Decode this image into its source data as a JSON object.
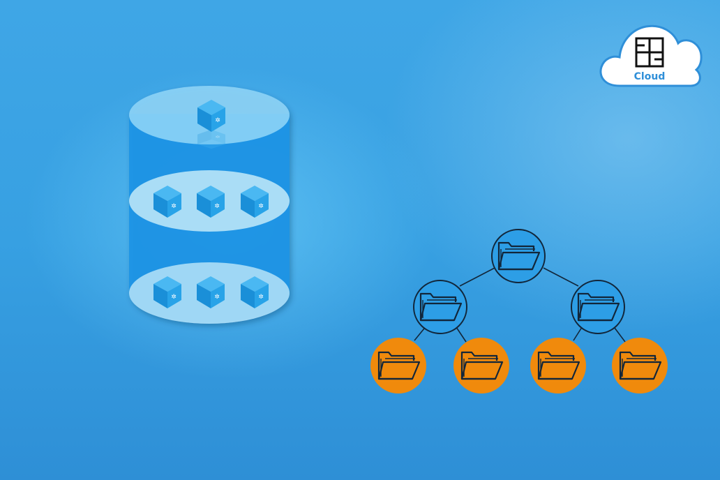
{
  "logo": {
    "text": "Cloud",
    "brand_color": "#2f8fd8",
    "icon": "cloud-icon"
  },
  "database": {
    "icon": "database-cylinder-icon",
    "tiers": [
      {
        "cubes": 1
      },
      {
        "cubes": 3
      },
      {
        "cubes": 3
      }
    ],
    "cube_icon": "cube-icon",
    "colors": {
      "body": "#2196e8",
      "disk": "#a9dcf7",
      "cube": "#1f9be0"
    }
  },
  "tree": {
    "icon": "folder-tree-icon",
    "folder_icon": "folder-open-icon",
    "colors": {
      "parent_fill": "#2d9ee6",
      "leaf_fill": "#f08a0c",
      "stroke": "#12263a"
    }
  }
}
